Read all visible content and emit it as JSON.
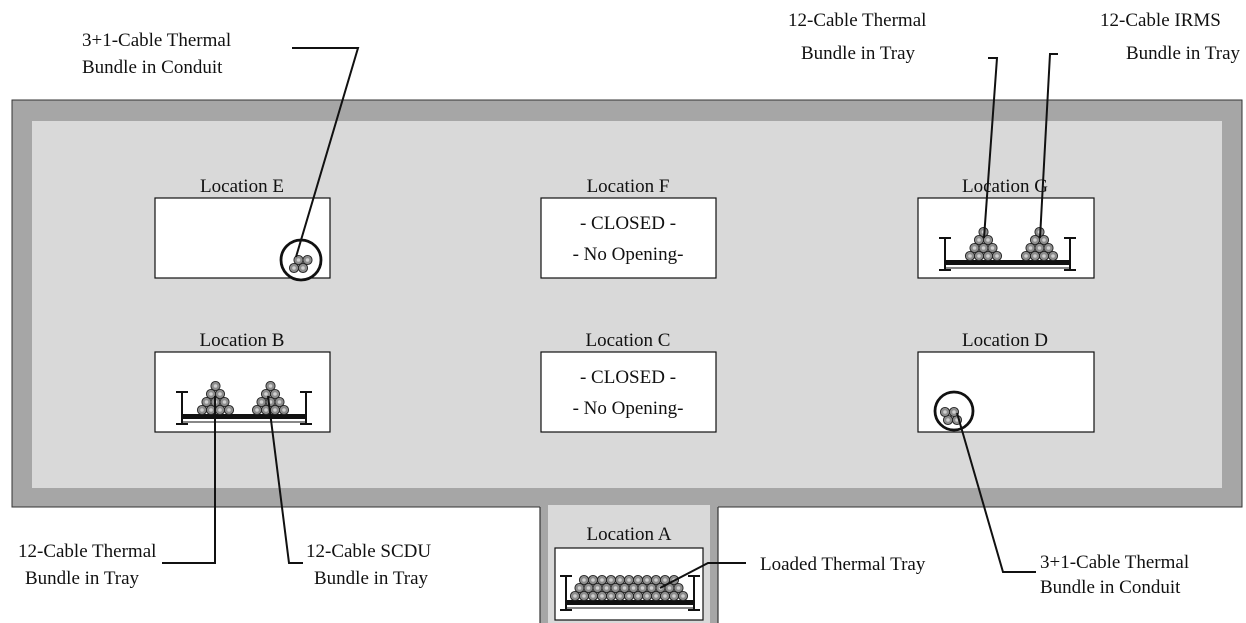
{
  "diagram": {
    "colors": {
      "wall_outer": "#a6a6a6",
      "wall_inner": "#d9d9d9",
      "box_fill": "#ffffff",
      "ink": "#111111",
      "cable": "#8c8c8c"
    },
    "locations": {
      "A": {
        "title": "Location A"
      },
      "B": {
        "title": "Location B"
      },
      "C": {
        "title": "Location C",
        "status_line1": "- CLOSED -",
        "status_line2": "- No Opening-"
      },
      "D": {
        "title": "Location D"
      },
      "E": {
        "title": "Location E"
      },
      "F": {
        "title": "Location F",
        "status_line1": "- CLOSED -",
        "status_line2": "- No Opening-"
      },
      "G": {
        "title": "Location G"
      }
    },
    "callouts": {
      "e_conduit": {
        "line1": "3+1-Cable Thermal",
        "line2": "Bundle in Conduit"
      },
      "g_thermal": {
        "line1": "12-Cable Thermal",
        "line2": "Bundle in Tray"
      },
      "g_irms": {
        "line1": "12-Cable IRMS",
        "line2": "Bundle in Tray"
      },
      "b_thermal": {
        "line1": "12-Cable Thermal",
        "line2": "Bundle in Tray"
      },
      "b_scdu": {
        "line1": "12-Cable SCDU",
        "line2": "Bundle in Tray"
      },
      "a_tray": {
        "line1": "Loaded Thermal Tray"
      },
      "d_conduit": {
        "line1": "3+1-Cable Thermal",
        "line2": "Bundle in Conduit"
      }
    }
  }
}
